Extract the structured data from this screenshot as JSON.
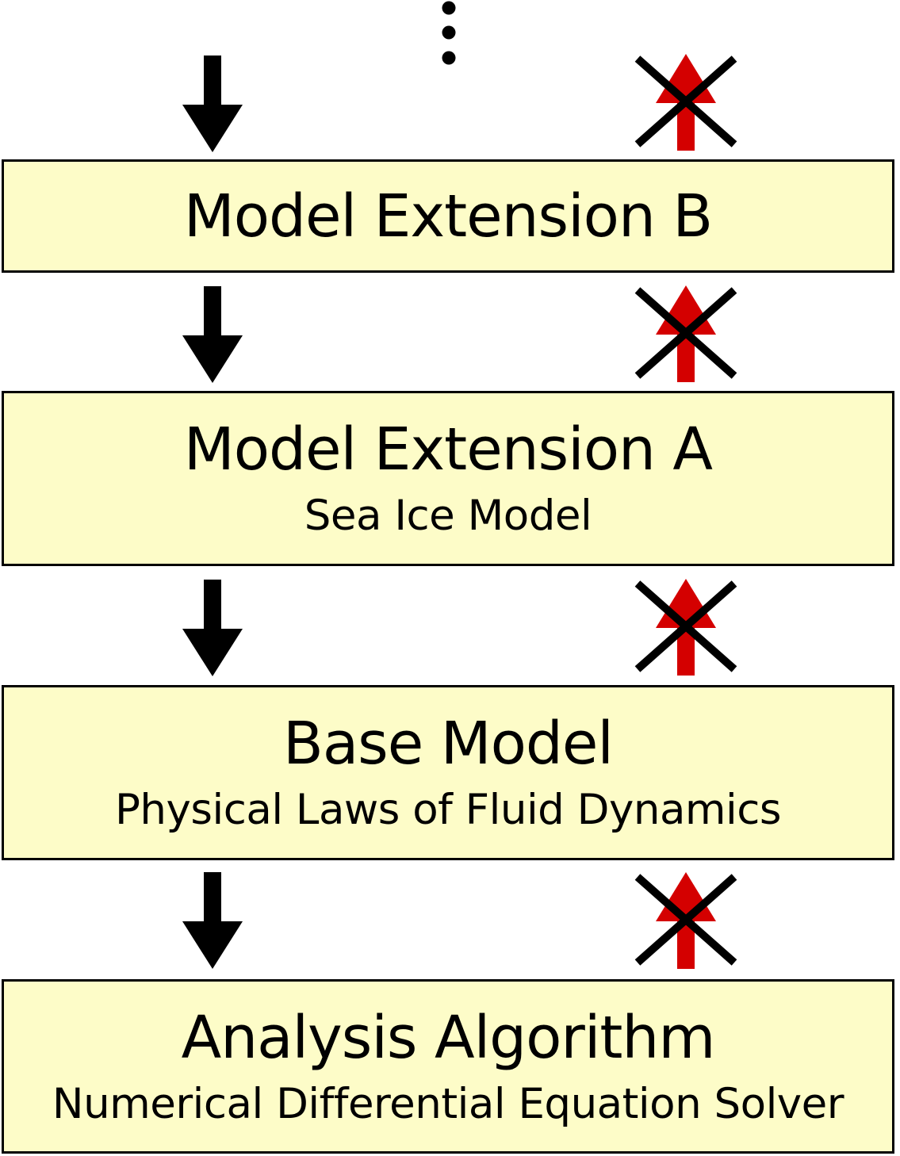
{
  "layers": {
    "extension_b": {
      "title": "Model Extension B",
      "subtitle": ""
    },
    "extension_a": {
      "title": "Model Extension A",
      "subtitle": "Sea Ice Model"
    },
    "base_model": {
      "title": "Base Model",
      "subtitle": "Physical Laws of Fluid Dynamics"
    },
    "analysis_algorithm": {
      "title": "Analysis Algorithm",
      "subtitle": "Numerical Differential Equation Solver"
    }
  },
  "colors": {
    "box_fill": "#fdfcc8",
    "box_border": "#000000",
    "down_arrow": "#000000",
    "up_arrow": "#cc0000",
    "cross": "#000000"
  },
  "icons": {
    "continuation": "vertical-ellipsis-icon",
    "dependency": "down-arrow-icon",
    "blocked_dependency": "crossed-up-arrow-icon"
  }
}
